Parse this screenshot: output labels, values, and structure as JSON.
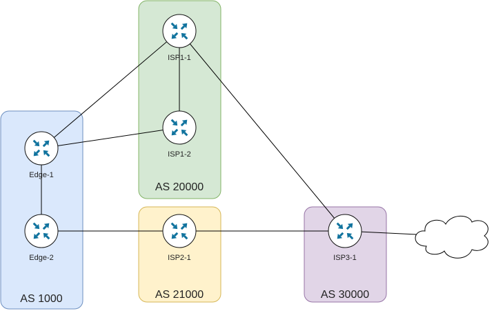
{
  "colors": {
    "router_fill": "#ffffff",
    "router_stroke": "#111111",
    "router_arrow": "#10739E",
    "link": "#000000",
    "as_blue_fill": "#dae8fc",
    "as_blue_stroke": "#6c8ebf",
    "as_green_fill": "#d5e8d4",
    "as_green_stroke": "#82b366",
    "as_yellow_fill": "#fff2cc",
    "as_yellow_stroke": "#d6b656",
    "as_purple_fill": "#e1d5e7",
    "as_purple_stroke": "#9673a6"
  },
  "autonomous_systems": {
    "as1000": {
      "label": "AS 1000",
      "color": "blue"
    },
    "as20000": {
      "label": "AS 20000",
      "color": "green"
    },
    "as21000": {
      "label": "AS 21000",
      "color": "yellow"
    },
    "as30000": {
      "label": "AS 30000",
      "color": "purple"
    }
  },
  "routers": {
    "isp1_1": {
      "label": "ISP1-1",
      "icon": "router-icon"
    },
    "isp1_2": {
      "label": "ISP1-2",
      "icon": "router-icon"
    },
    "edge_1": {
      "label": "Edge-1",
      "icon": "router-icon"
    },
    "edge_2": {
      "label": "Edge-2",
      "icon": "router-icon"
    },
    "isp2_1": {
      "label": "ISP2-1",
      "icon": "router-icon"
    },
    "isp3_1": {
      "label": "ISP3-1",
      "icon": "router-icon"
    }
  },
  "cloud": {
    "icon": "cloud-icon"
  },
  "links": [
    [
      "isp1_1",
      "isp1_2"
    ],
    [
      "isp1_1",
      "edge_1"
    ],
    [
      "isp1_1",
      "isp3_1"
    ],
    [
      "edge_1",
      "isp1_2"
    ],
    [
      "edge_1",
      "edge_2"
    ],
    [
      "edge_2",
      "isp2_1"
    ],
    [
      "isp2_1",
      "isp3_1"
    ],
    [
      "isp3_1",
      "cloud"
    ]
  ]
}
